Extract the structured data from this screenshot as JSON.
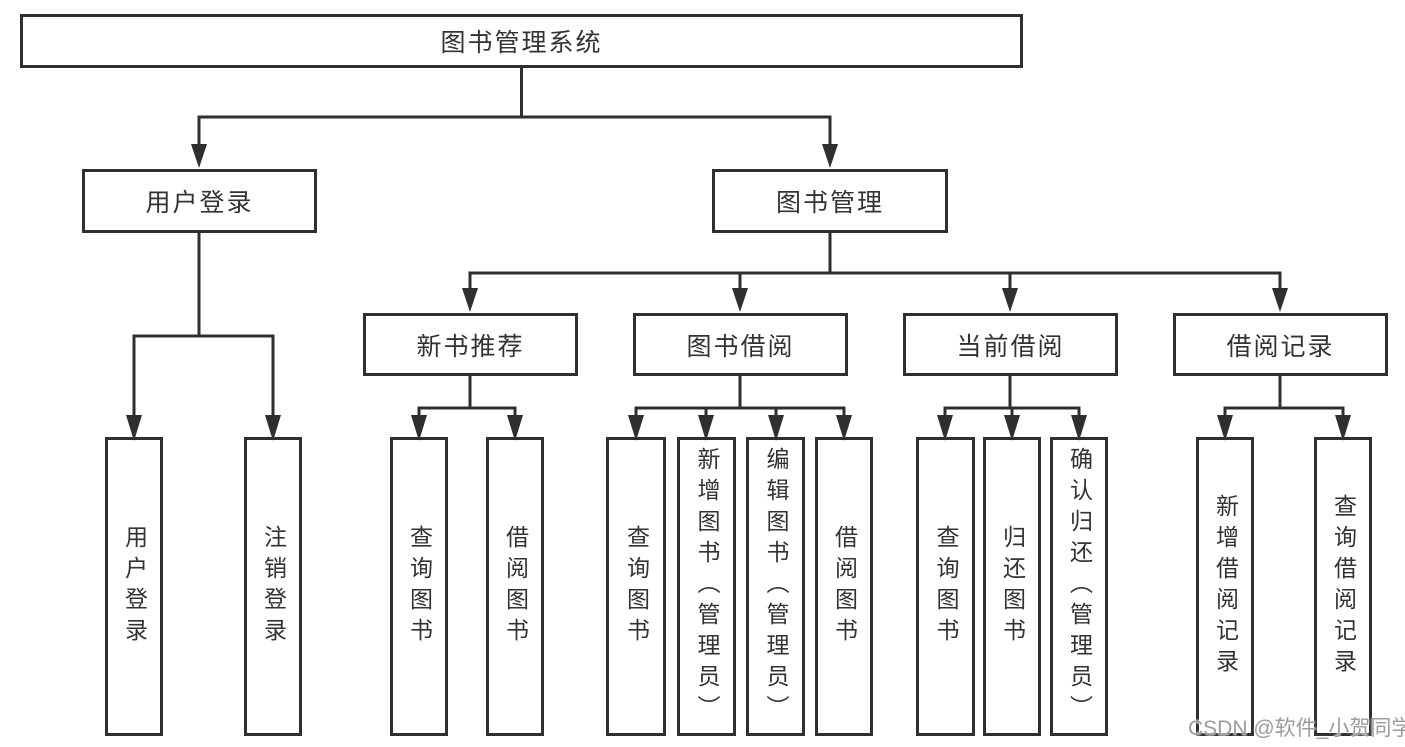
{
  "diagram": {
    "type": "org-tree",
    "colors": {
      "line": "#2f2f2f",
      "box_border": "#2f2f2f",
      "text": "#333333",
      "watermark_text": "#9c9c9c",
      "background": "#ffffff"
    },
    "nodes": {
      "root": "图书管理系统",
      "user_login": "用户登录",
      "book_mgmt": "图书管理",
      "new_book_rec": "新书推荐",
      "book_borrow": "图书借阅",
      "current_borrow": "当前借阅",
      "borrow_record": "借阅记录",
      "ul_user_login": "用户登录",
      "ul_logout": "注销登录",
      "nb_query_book": "查询图书",
      "nb_borrow_book": "借阅图书",
      "bb_query_book": "查询图书",
      "bb_add_book": "新增图书（管理员）",
      "bb_edit_book": "编辑图书（管理员）",
      "bb_borrow_book": "借阅图书",
      "cb_query_book": "查询图书",
      "cb_return_book": "归还图书",
      "cb_confirm_return": "确认归还（管理员）",
      "br_add_record": "新增借阅记录",
      "br_query_record": "查询借阅记录"
    },
    "hierarchy": {
      "root": [
        "user_login",
        "book_mgmt"
      ],
      "user_login": [
        "ul_user_login",
        "ul_logout"
      ],
      "book_mgmt": [
        "new_book_rec",
        "book_borrow",
        "current_borrow",
        "borrow_record"
      ],
      "new_book_rec": [
        "nb_query_book",
        "nb_borrow_book"
      ],
      "book_borrow": [
        "bb_query_book",
        "bb_add_book",
        "bb_edit_book",
        "bb_borrow_book"
      ],
      "current_borrow": [
        "cb_query_book",
        "cb_return_book",
        "cb_confirm_return"
      ],
      "borrow_record": [
        "br_add_record",
        "br_query_record"
      ]
    },
    "watermark": "CSDN @软件_小贺同学"
  }
}
